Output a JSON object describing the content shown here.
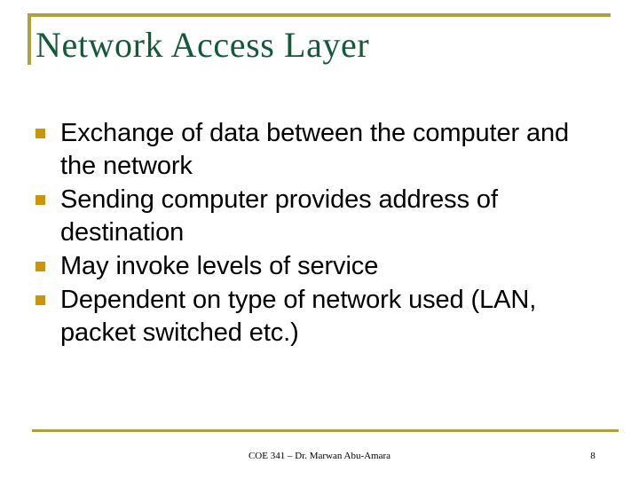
{
  "slide": {
    "title": "Network Access Layer",
    "accent_color": "#b0a03c",
    "title_color": "#13593a",
    "bullet_color": "#c9950f",
    "background_color": "#ffffff",
    "bullets": [
      {
        "text": "Exchange of data between the computer and the network"
      },
      {
        "text": "Sending computer provides address of destination"
      },
      {
        "text": "May invoke levels of service"
      },
      {
        "text": "Dependent on type of network used (LAN, packet switched etc.)"
      }
    ],
    "footer": {
      "center": "COE 341 – Dr. Marwan Abu-Amara",
      "page_number": "8"
    }
  }
}
